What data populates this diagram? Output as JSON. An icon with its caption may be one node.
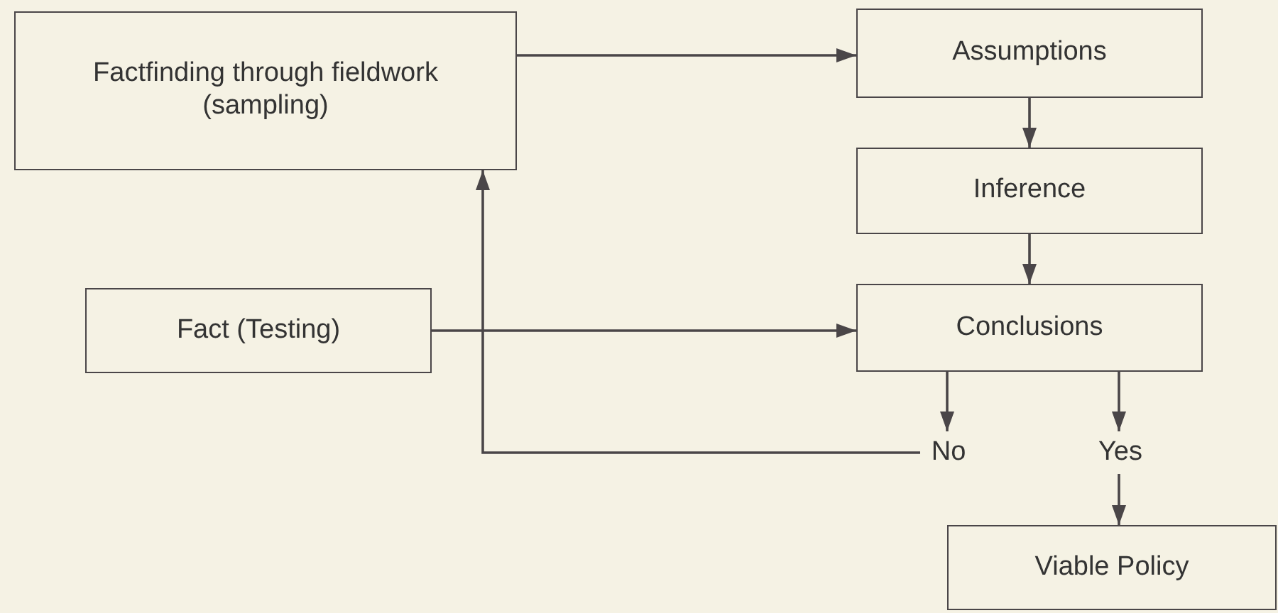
{
  "diagram": {
    "nodes": [
      {
        "text": [
          "Factfinding through fieldwork (sampling)"
        ]
      },
      {
        "text": [
          "Assumptions"
        ]
      },
      {
        "text": [
          "Inference"
        ]
      },
      {
        "text": [
          "Fact (Testing)"
        ]
      },
      {
        "text": [
          "Conclusions"
        ]
      },
      {
        "text": [
          "No"
        ]
      },
      {
        "text": [
          "Yes"
        ]
      },
      {
        "text": [
          "Viable Policy"
        ]
      }
    ],
    "edges": [
      {
        "from": 0,
        "to": 1,
        "arrow": "to"
      },
      {
        "from": 1,
        "to": 2,
        "arrow": "to"
      },
      {
        "from": 2,
        "to": 4,
        "arrow": "to"
      },
      {
        "from": 3,
        "to": 4,
        "arrow": "to"
      },
      {
        "from": 4,
        "to": 5,
        "arrow": "to"
      },
      {
        "from": 4,
        "to": 6,
        "arrow": "to"
      },
      {
        "from": 6,
        "to": 7,
        "arrow": "to"
      },
      {
        "from": 5,
        "to": 0,
        "arrow": "to"
      }
    ]
  }
}
